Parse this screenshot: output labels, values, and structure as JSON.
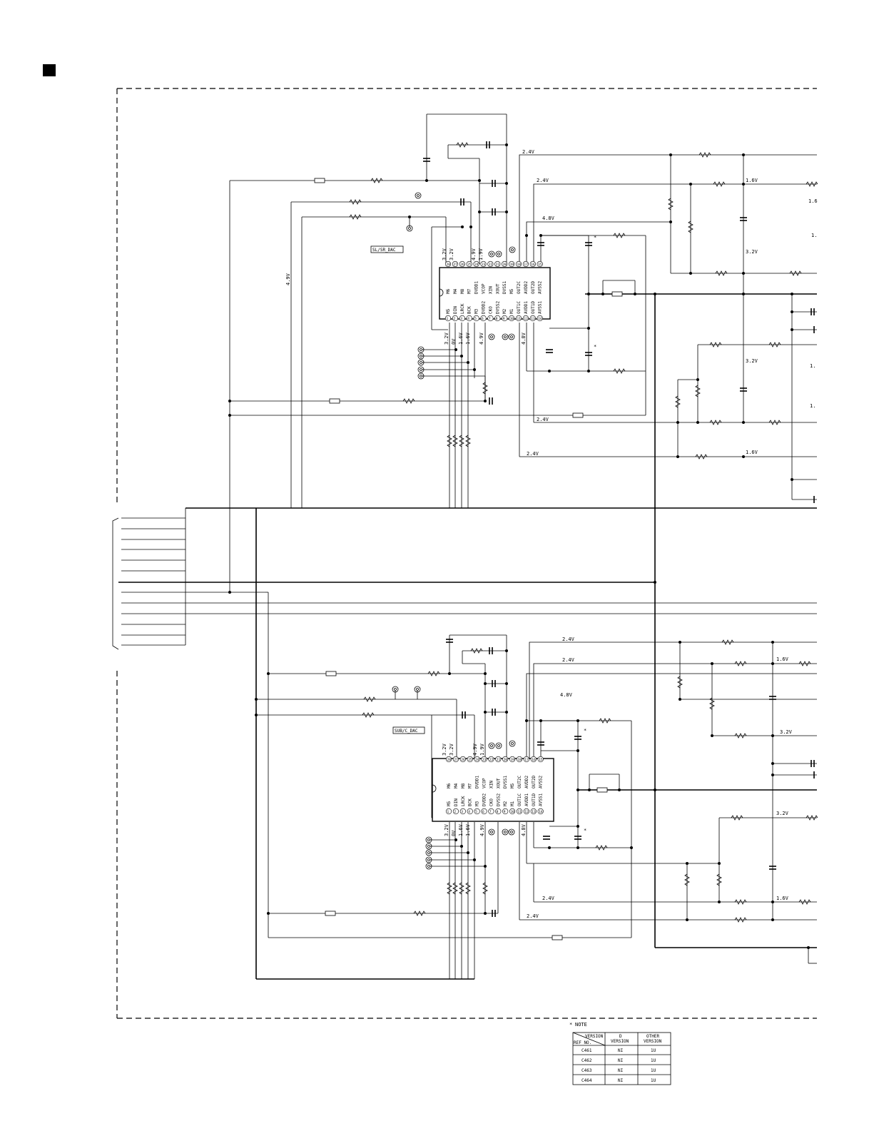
{
  "ic_top": {
    "label": "SL/SR_DAC",
    "top_pins": [
      "28",
      "27",
      "26",
      "25",
      "24",
      "23",
      "22",
      "21",
      "20",
      "19",
      "18",
      "17",
      "16",
      "15"
    ],
    "bottom_pins": [
      "1",
      "2",
      "3",
      "4",
      "5",
      "6",
      "7",
      "8",
      "9",
      "10",
      "11",
      "12",
      "13",
      "14"
    ],
    "top_names": [
      "M6",
      "M4",
      "M8",
      "M7",
      "DVDD1",
      "VCOP",
      "XIN",
      "XOUT",
      "DVSS1",
      "M5",
      "OUT2C",
      "AVDD2",
      "OUT2D",
      "AVSS2"
    ],
    "bottom_names": [
      "M5",
      "DIN",
      "LRCK",
      "BCK",
      "M3",
      "DVDD2",
      "CKO",
      "DVSS2",
      "M2",
      "M1",
      "OUT1C",
      "AVDD1",
      "OUT1D",
      "AVSS1"
    ],
    "top_volts": [
      "3.2V",
      "3.2V",
      "",
      "",
      "4.9V",
      "1.9V"
    ],
    "bottom_volts": [
      "3.2V",
      "0V",
      "1.6V",
      "1.6V",
      "",
      "4.9V"
    ]
  },
  "ic_bottom": {
    "label": "SUB/C_DAC",
    "top_volts": [
      "3.2V",
      "3.2V",
      "",
      "",
      "4.9V",
      "1.9V"
    ],
    "bottom_volts": [
      "3.2V",
      "0V",
      "1.6V",
      "1.6V",
      "",
      "4.9V"
    ]
  },
  "voltages": {
    "v24": "2.4V",
    "v48": "4.8V",
    "v16": "1.6V",
    "v32": "3.2V",
    "v49": "4.9V",
    "partial_16": "1.6",
    "partial_1": "1."
  },
  "note": {
    "title": "NOTE",
    "marker": "*",
    "header_version": "VERSION",
    "header_ref": "REF NO.",
    "col_d": [
      "D",
      "VERSION"
    ],
    "col_other": [
      "OTHER",
      "VERSION"
    ],
    "rows": [
      {
        "ref": "C461",
        "d": "NI",
        "other": "1U"
      },
      {
        "ref": "C462",
        "d": "NI",
        "other": "1U"
      },
      {
        "ref": "C463",
        "d": "NI",
        "other": "1U"
      },
      {
        "ref": "C464",
        "d": "NI",
        "other": "1U"
      }
    ]
  }
}
